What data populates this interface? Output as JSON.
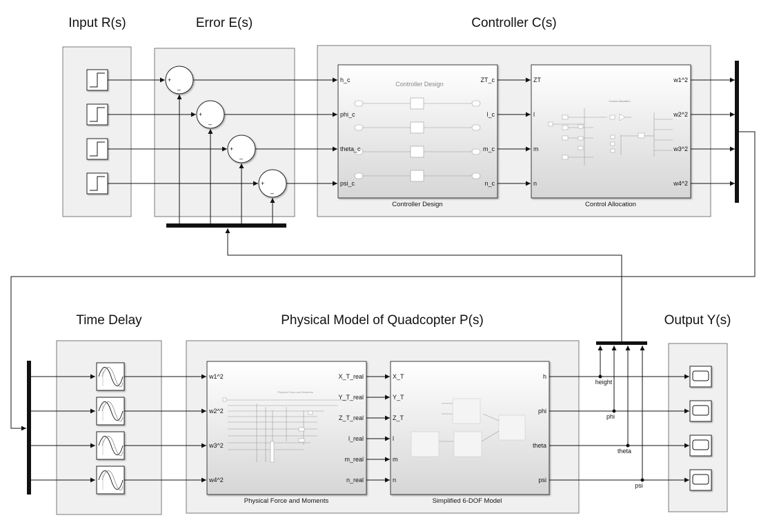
{
  "areas": {
    "input": "Input R(s)",
    "error": "Error E(s)",
    "controller": "Controller C(s)",
    "delay": "Time Delay",
    "plant": "Physical Model of Quadcopter P(s)",
    "output": "Output Y(s)"
  },
  "controller_design": {
    "title": "Controller Design",
    "inner_title": "Controller Design",
    "inputs": [
      "h_c",
      "phi_c",
      "theta_c",
      "psi_c"
    ],
    "outputs": [
      "ZT_c",
      "l_c",
      "m_c",
      "n_c"
    ]
  },
  "control_allocation": {
    "title": "Control Allocation",
    "inner_title": "Control Allocation",
    "inputs": [
      "ZT",
      "l",
      "m",
      "n"
    ],
    "outputs": [
      "w1^2",
      "w2^2",
      "w3^2",
      "w4^2"
    ]
  },
  "force_moments": {
    "title": "Physical Force and Moments",
    "inner_title": "Physical Force and Moments",
    "inputs": [
      "w1^2",
      "w2^2",
      "w3^2",
      "w4^2"
    ],
    "outputs": [
      "X_T_real",
      "Y_T_real",
      "Z_T_real",
      "l_real",
      "m_real",
      "n_real"
    ]
  },
  "six_dof": {
    "title": "Simplified 6-DOF Model",
    "inputs": [
      "X_T",
      "Y_T",
      "Z_T",
      "l",
      "m",
      "n"
    ],
    "outputs": [
      "h",
      "phi",
      "theta",
      "psi"
    ]
  },
  "signals": [
    "height",
    "phi",
    "theta",
    "psi"
  ],
  "sum_signs": {
    "plus": "+",
    "minus": "–"
  },
  "colors": {
    "area_fill": "#f0f0f0",
    "subsystem_gradient_end": "#d6d6d6"
  }
}
